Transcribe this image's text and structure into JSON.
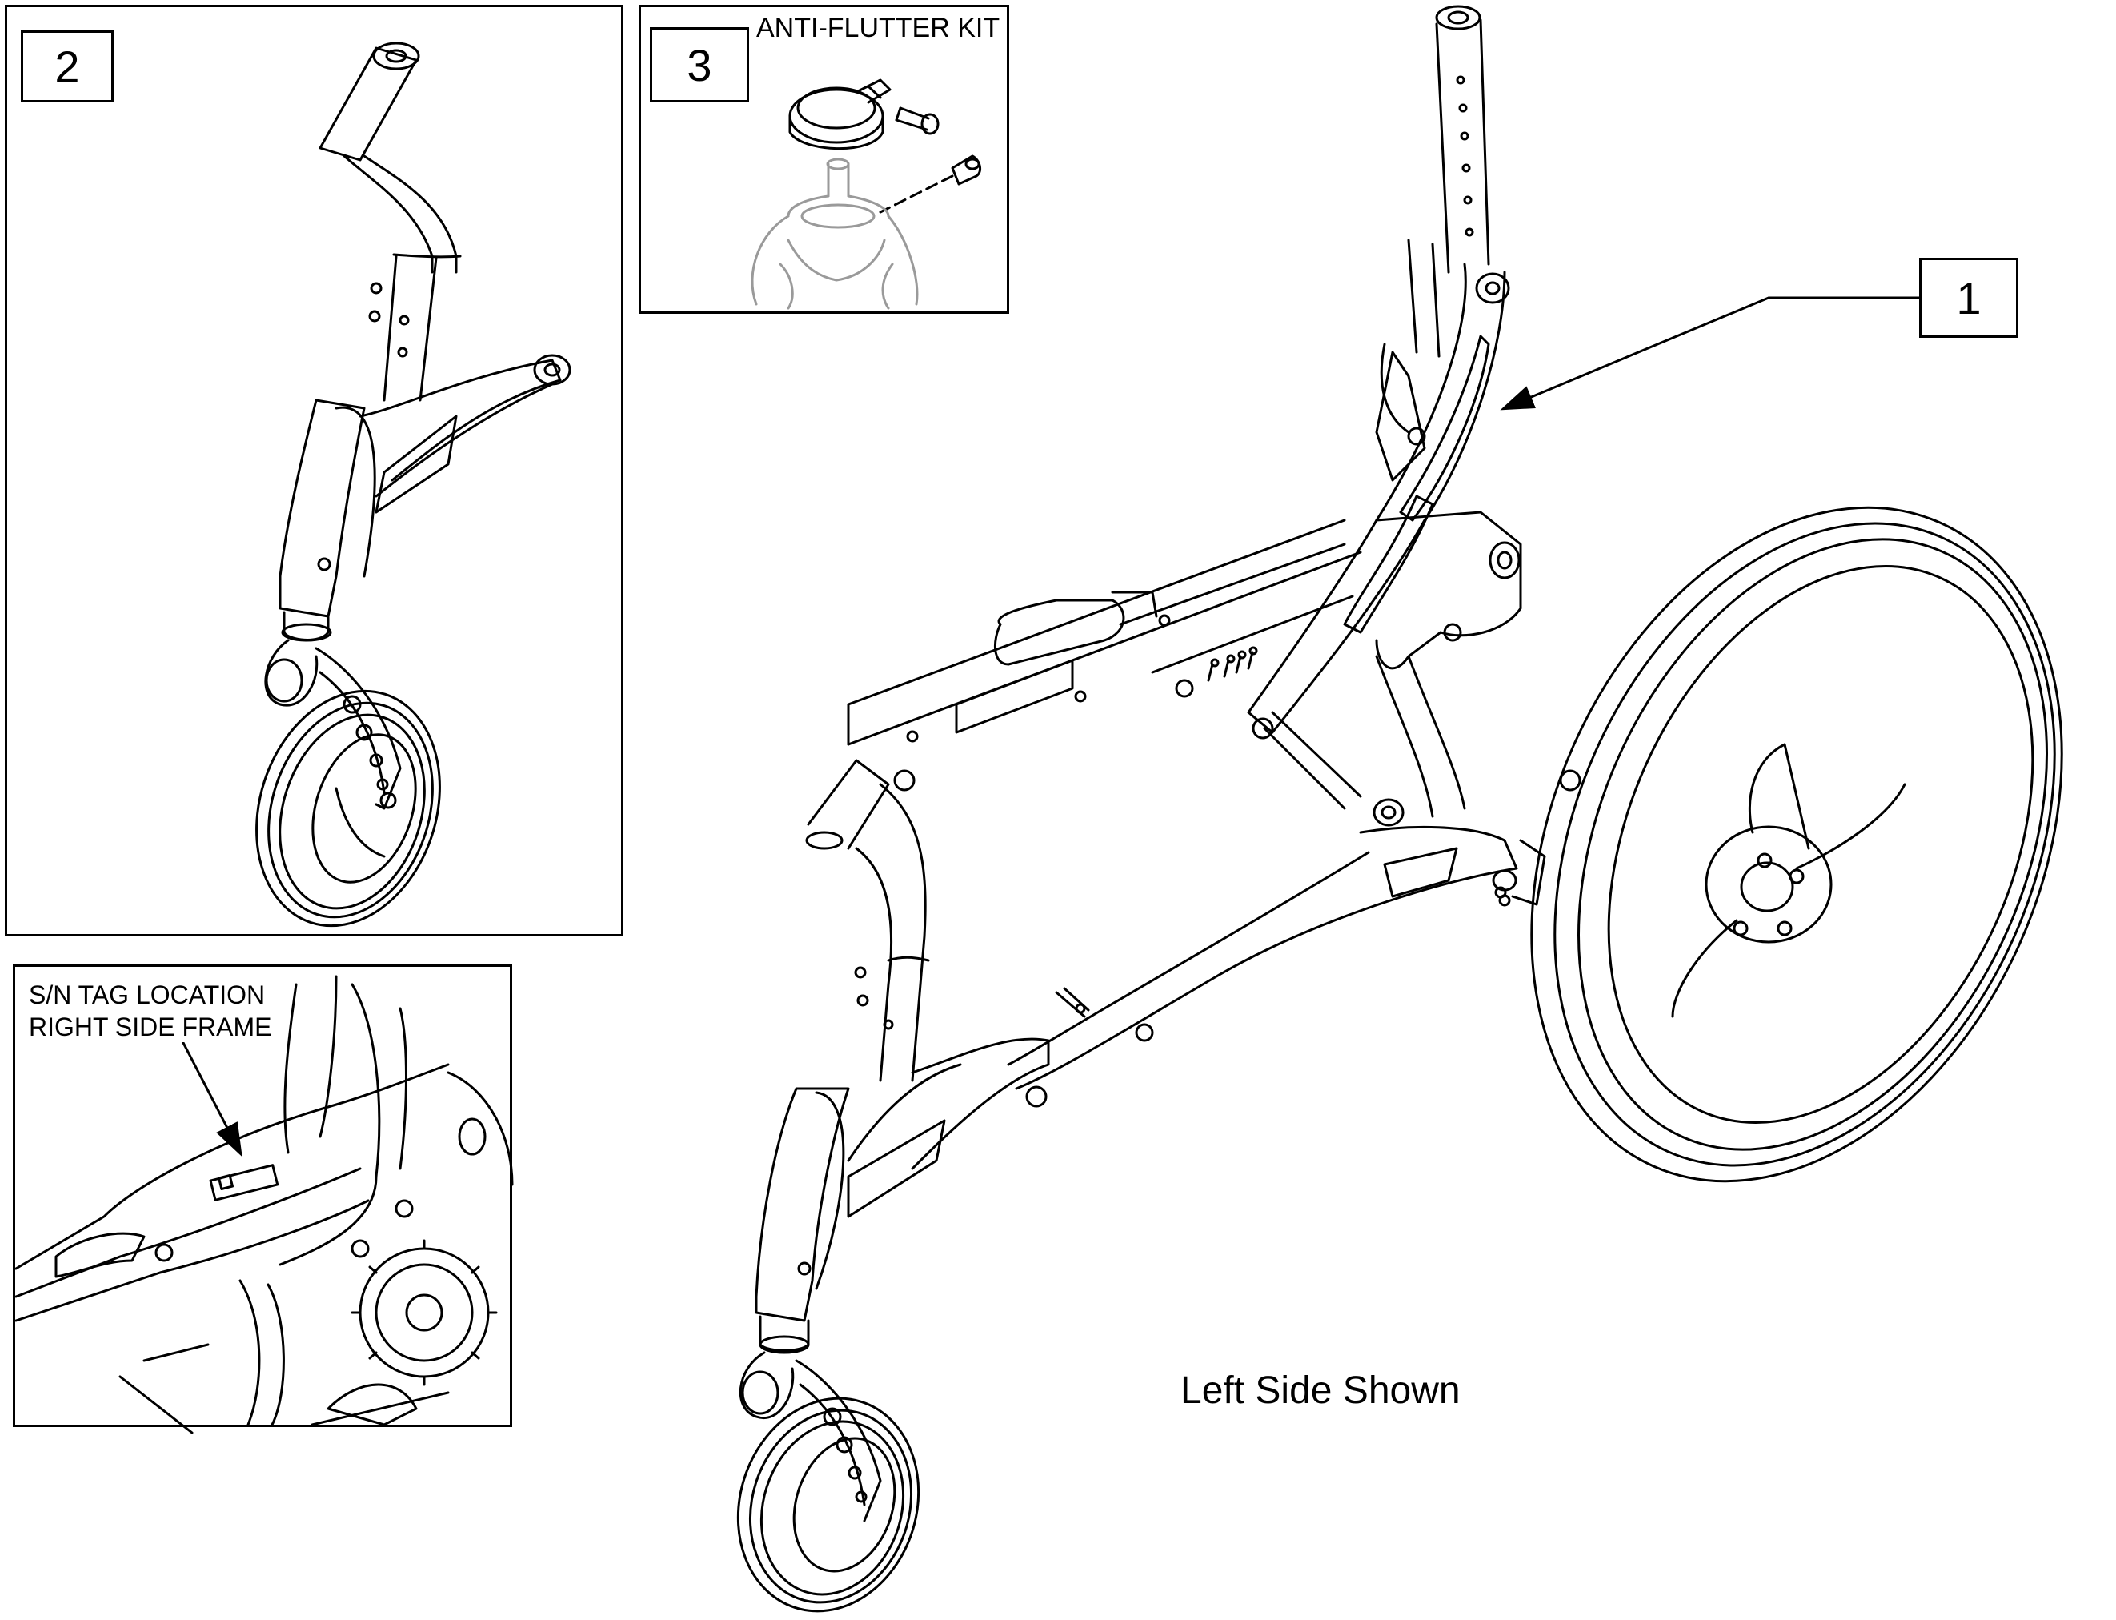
{
  "callouts": {
    "c1": "1",
    "c2": "2",
    "c3": "3"
  },
  "labels": {
    "anti_flutter_kit": "ANTI-FLUTTER KIT",
    "sn_tag_line1": "S/N TAG LOCATION",
    "sn_tag_line2": "RIGHT SIDE FRAME",
    "left_side_shown": "Left Side Shown"
  },
  "colors": {
    "line": "#000000",
    "ghost": "#9a9a9a"
  }
}
